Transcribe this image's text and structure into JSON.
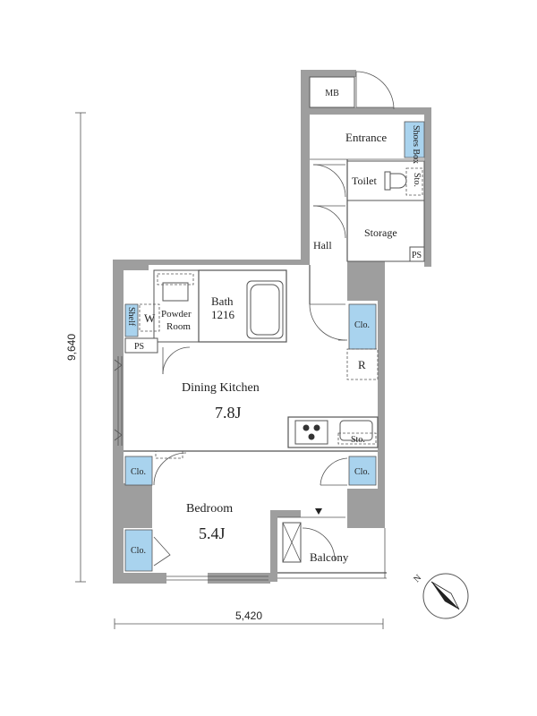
{
  "rooms": {
    "entrance": "Entrance",
    "shoes_box": "Shoes Box",
    "toilet": "Toilet",
    "storage": "Storage",
    "hall": "Hall",
    "mb": "MB",
    "ps_top": "PS",
    "bath": "Bath",
    "bath_size": "1216",
    "powder_room_1": "Powder",
    "powder_room_2": "Room",
    "shelf": "Shelf",
    "washer": "W",
    "ps_left": "PS",
    "closet_1": "Clo.",
    "closet_2": "Clo.",
    "closet_3": "Clo.",
    "closet_4": "Clo.",
    "refrigerator": "R",
    "dining_kitchen": "Dining Kitchen",
    "dining_kitchen_size": "7.8J",
    "storage_kitchen": "Sto.",
    "storage_toilet": "Sto.",
    "bedroom": "Bedroom",
    "bedroom_size": "5.4J",
    "balcony": "Balcony"
  },
  "dimensions": {
    "height": "9,640",
    "width": "5,420"
  },
  "compass": {
    "north_label": "N"
  },
  "colors": {
    "wall": "#9e9e9e",
    "closet": "#a9d3ee",
    "line": "#555555"
  }
}
